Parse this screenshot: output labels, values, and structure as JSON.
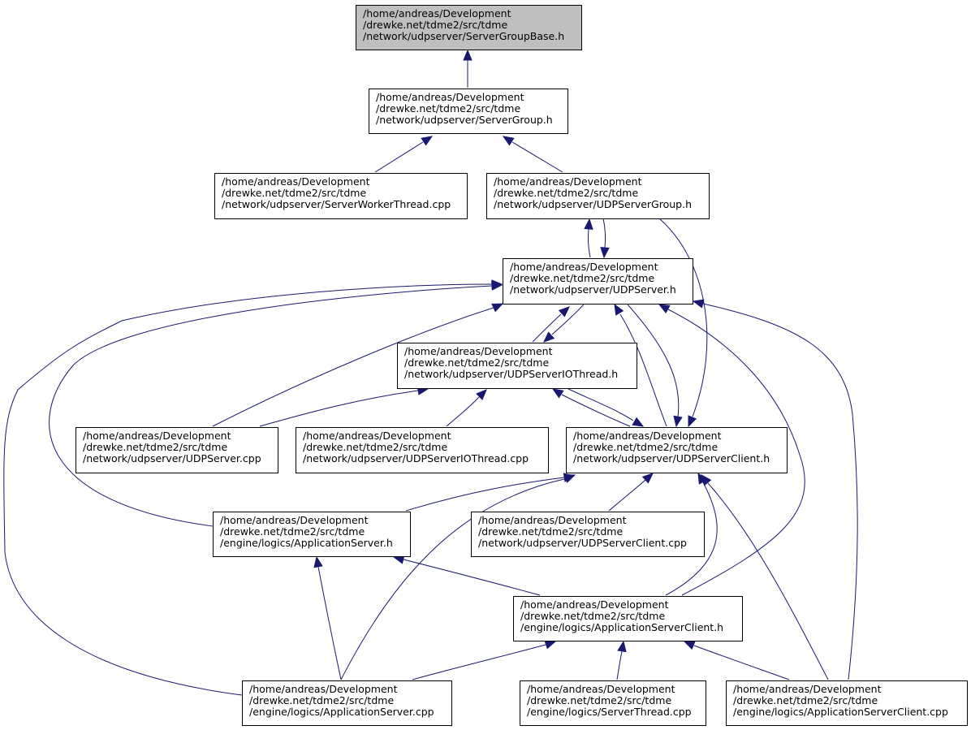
{
  "nodes": [
    {
      "id": "server-group-base-h",
      "lines": [
        "/home/andreas/Development",
        "/drewke.net/tdme2/src/tdme",
        "/network/udpserver/ServerGroupBase.h"
      ],
      "root": true
    },
    {
      "id": "server-group-h",
      "lines": [
        "/home/andreas/Development",
        "/drewke.net/tdme2/src/tdme",
        "/network/udpserver/ServerGroup.h"
      ]
    },
    {
      "id": "server-worker-thread-cpp",
      "lines": [
        "/home/andreas/Development",
        "/drewke.net/tdme2/src/tdme",
        "/network/udpserver/ServerWorkerThread.cpp"
      ]
    },
    {
      "id": "udp-server-group-h",
      "lines": [
        "/home/andreas/Development",
        "/drewke.net/tdme2/src/tdme",
        "/network/udpserver/UDPServerGroup.h"
      ]
    },
    {
      "id": "udp-server-h",
      "lines": [
        "/home/andreas/Development",
        "/drewke.net/tdme2/src/tdme",
        "/network/udpserver/UDPServer.h"
      ]
    },
    {
      "id": "udp-server-io-thread-h",
      "lines": [
        "/home/andreas/Development",
        "/drewke.net/tdme2/src/tdme",
        "/network/udpserver/UDPServerIOThread.h"
      ]
    },
    {
      "id": "udp-server-cpp",
      "lines": [
        "/home/andreas/Development",
        "/drewke.net/tdme2/src/tdme",
        "/network/udpserver/UDPServer.cpp"
      ]
    },
    {
      "id": "udp-server-io-thread-cpp",
      "lines": [
        "/home/andreas/Development",
        "/drewke.net/tdme2/src/tdme",
        "/network/udpserver/UDPServerIOThread.cpp"
      ]
    },
    {
      "id": "udp-server-client-h",
      "lines": [
        "/home/andreas/Development",
        "/drewke.net/tdme2/src/tdme",
        "/network/udpserver/UDPServerClient.h"
      ]
    },
    {
      "id": "application-server-h",
      "lines": [
        "/home/andreas/Development",
        "/drewke.net/tdme2/src/tdme",
        "/engine/logics/ApplicationServer.h"
      ]
    },
    {
      "id": "udp-server-client-cpp",
      "lines": [
        "/home/andreas/Development",
        "/drewke.net/tdme2/src/tdme",
        "/network/udpserver/UDPServerClient.cpp"
      ]
    },
    {
      "id": "application-server-client-h",
      "lines": [
        "/home/andreas/Development",
        "/drewke.net/tdme2/src/tdme",
        "/engine/logics/ApplicationServerClient.h"
      ]
    },
    {
      "id": "application-server-cpp",
      "lines": [
        "/home/andreas/Development",
        "/drewke.net/tdme2/src/tdme",
        "/engine/logics/ApplicationServer.cpp"
      ]
    },
    {
      "id": "server-thread-cpp",
      "lines": [
        "/home/andreas/Development",
        "/drewke.net/tdme2/src/tdme",
        "/engine/logics/ServerThread.cpp"
      ]
    },
    {
      "id": "application-server-client-cpp",
      "lines": [
        "/home/andreas/Development",
        "/drewke.net/tdme2/src/tdme",
        "/engine/logics/ApplicationServerClient.cpp"
      ]
    }
  ],
  "edges": [
    {
      "from": "server-group-h",
      "to": "server-group-base-h"
    },
    {
      "from": "server-worker-thread-cpp",
      "to": "server-group-h"
    },
    {
      "from": "udp-server-group-h",
      "to": "server-group-h"
    },
    {
      "from": "udp-server-h",
      "to": "udp-server-group-h"
    },
    {
      "from": "udp-server-group-h",
      "to": "udp-server-h"
    },
    {
      "from": "udp-server-group-h",
      "to": "udp-server-client-h"
    },
    {
      "from": "udp-server-io-thread-h",
      "to": "udp-server-h"
    },
    {
      "from": "udp-server-h",
      "to": "udp-server-io-thread-h"
    },
    {
      "from": "udp-server-cpp",
      "to": "udp-server-h"
    },
    {
      "from": "udp-server-client-h",
      "to": "udp-server-h"
    },
    {
      "from": "udp-server-h",
      "to": "udp-server-client-h"
    },
    {
      "from": "application-server-h",
      "to": "udp-server-h"
    },
    {
      "from": "application-server-cpp",
      "to": "udp-server-h"
    },
    {
      "from": "application-server-client-h",
      "to": "udp-server-h"
    },
    {
      "from": "application-server-client-cpp",
      "to": "udp-server-h"
    },
    {
      "from": "udp-server-cpp",
      "to": "udp-server-io-thread-h"
    },
    {
      "from": "udp-server-io-thread-cpp",
      "to": "udp-server-io-thread-h"
    },
    {
      "from": "udp-server-client-h",
      "to": "udp-server-io-thread-h"
    },
    {
      "from": "udp-server-io-thread-h",
      "to": "udp-server-client-h"
    },
    {
      "from": "application-server-h",
      "to": "udp-server-client-h"
    },
    {
      "from": "application-server-cpp",
      "to": "udp-server-client-h"
    },
    {
      "from": "udp-server-client-cpp",
      "to": "udp-server-client-h"
    },
    {
      "from": "application-server-client-h",
      "to": "udp-server-client-h"
    },
    {
      "from": "application-server-client-cpp",
      "to": "udp-server-client-h"
    },
    {
      "from": "application-server-client-h",
      "to": "application-server-h"
    },
    {
      "from": "application-server-cpp",
      "to": "application-server-h"
    },
    {
      "from": "application-server-cpp",
      "to": "application-server-client-h"
    },
    {
      "from": "server-thread-cpp",
      "to": "application-server-client-h"
    },
    {
      "from": "application-server-client-cpp",
      "to": "application-server-client-h"
    }
  ],
  "colors": {
    "edge": "#191970",
    "root_fill": "#bfbfbf",
    "node_fill": "#ffffff",
    "border": "#000000"
  }
}
